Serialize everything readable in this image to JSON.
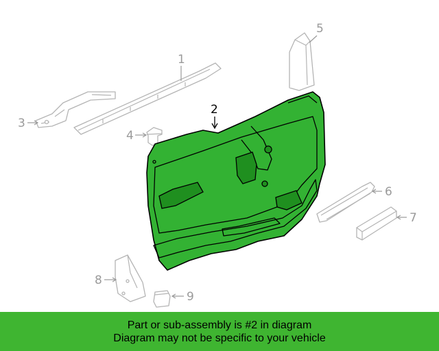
{
  "callouts": {
    "c1": "1",
    "c2": "2",
    "c3": "3",
    "c4": "4",
    "c5": "5",
    "c6": "6",
    "c7": "7",
    "c8": "8",
    "c9": "9"
  },
  "banner": {
    "line1": "Part or sub-assembly is #2 in diagram",
    "line2": "Diagram may not be specific to your vehicle"
  },
  "colors": {
    "highlight": "#33b233",
    "banner": "#3fb531",
    "ghost_outline": "#b4b4b4"
  }
}
